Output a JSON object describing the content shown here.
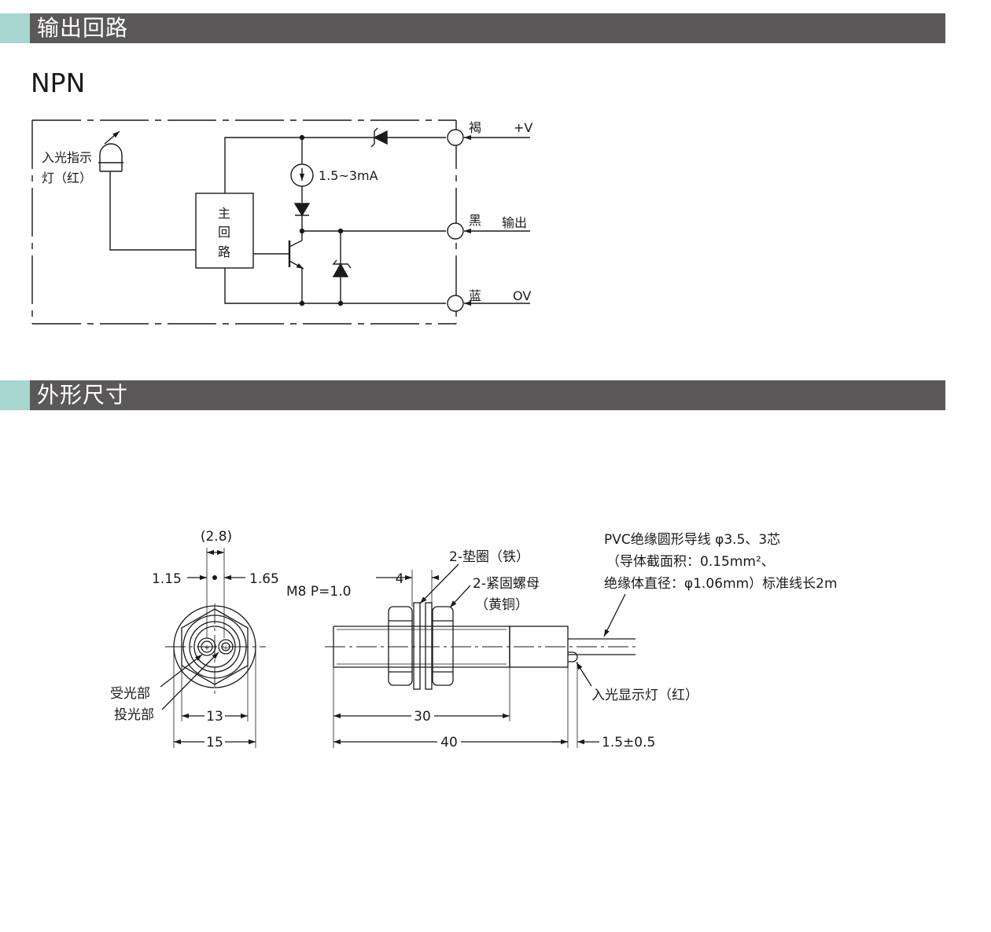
{
  "sections": {
    "output_circuit": "输出回路",
    "dimensions": "外形尺寸"
  },
  "circuit": {
    "type_label": "NPN",
    "indicator_label_line1": "入光指示",
    "indicator_label_line2": "灯（红）",
    "main_circuit_chars": [
      "主",
      "回",
      "路"
    ],
    "current_source": "1.5~3mA",
    "wires": [
      {
        "color": "褐",
        "signal": "+V"
      },
      {
        "color": "黑",
        "signal": "输出"
      },
      {
        "color": "蓝",
        "signal": "OV"
      }
    ]
  },
  "dimensions": {
    "front_view": {
      "top_dim": "(2.8)",
      "left_offset": "1.15",
      "right_offset": "1.65",
      "receiver_label": "受光部",
      "emitter_label": "投光部",
      "width_inner": "13",
      "width_outer": "15"
    },
    "side_view": {
      "thread": "M8  P=1.0",
      "nut_width": "4",
      "washer_note": "2-垫圈（铁）",
      "nut_note_line1": "2-紧固螺母",
      "nut_note_line2": "（黄铜）",
      "cable_note_line1": "PVC绝缘圆形导线 φ3.5、3芯",
      "cable_note_line2": "（导体截面积：0.15mm²、",
      "cable_note_line3": "绝缘体直径：φ1.06mm）标准线长2m",
      "indicator_note": "入光显示灯（红）",
      "thread_length": "30",
      "total_length": "40",
      "indicator_offset": "1.5±0.5"
    }
  }
}
